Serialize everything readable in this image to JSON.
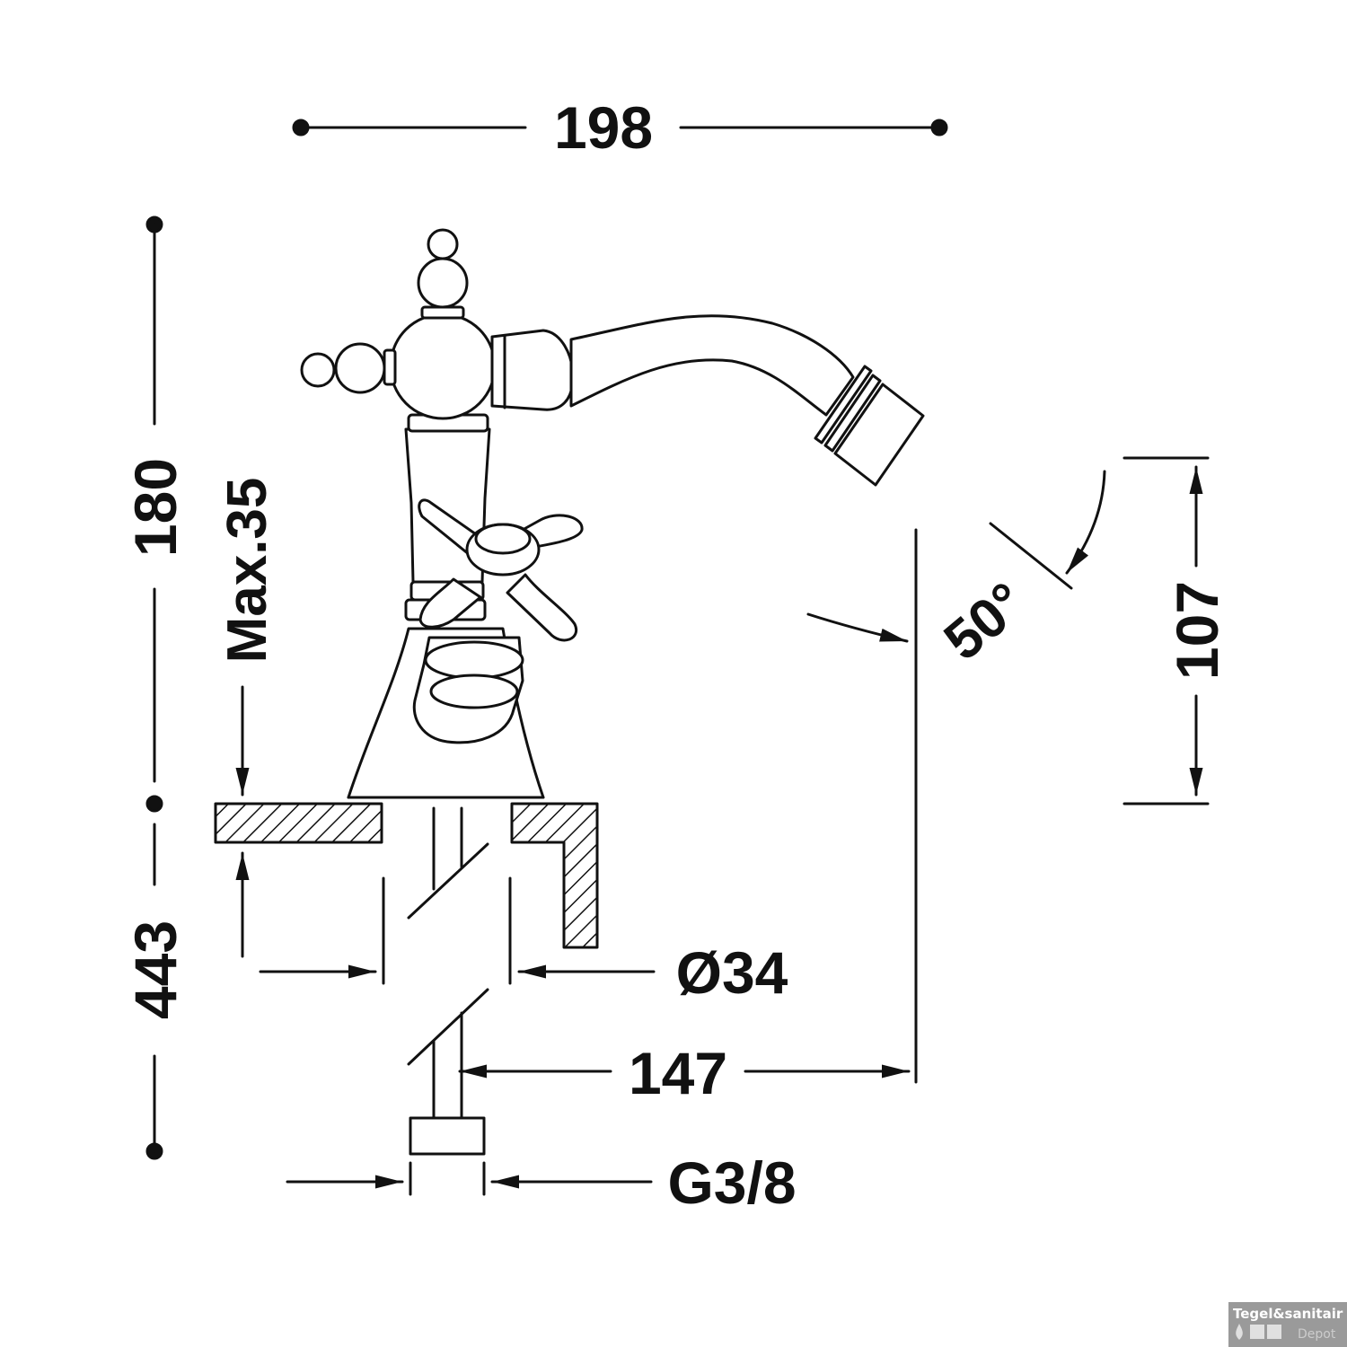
{
  "dimensions": {
    "overall_width": "198",
    "overall_height": "180",
    "max_deck_thickness": "Max.35",
    "hose_length": "443",
    "spout_height": "107",
    "spout_angle": "50°",
    "hole_diameter": "Ø34",
    "spout_reach": "147",
    "connection_thread": "G3/8"
  },
  "watermark": {
    "line1": "Tegel&sanitair",
    "line2": "Depot"
  },
  "colors": {
    "ink": "#111111",
    "background": "#ffffff",
    "watermark_bg": "#9a9a9a"
  }
}
